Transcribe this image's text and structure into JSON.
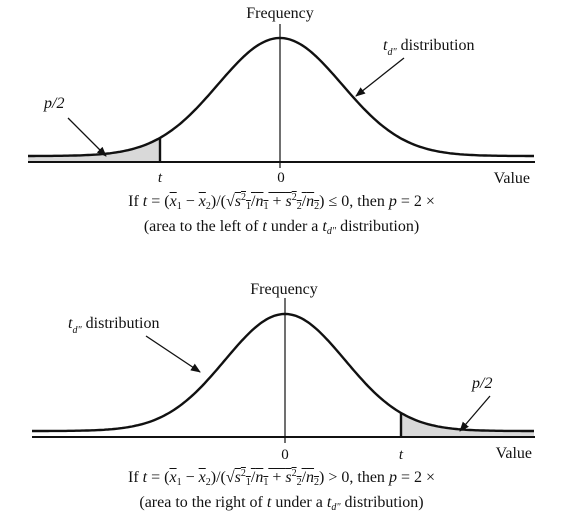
{
  "colors": {
    "ink": "#111111",
    "shade": "#d9d9d9",
    "background": "#ffffff"
  },
  "top": {
    "freq_label": "Frequency",
    "dist_label": "t",
    "dist_sub": "d\"",
    "dist_rest": " distribution",
    "half_label": "p/2",
    "t_tick": "t",
    "zero_tick": "0",
    "value_label": "Value",
    "caption": {
      "lead": "If ",
      "t": "t",
      "eq": " = (",
      "x": "x",
      "s1": "1",
      "minus": " − ",
      "s2": "2",
      "div": ")/(√",
      "s": "s",
      "sq": "2",
      "n": "n",
      "plus": " + ",
      "close": ")",
      "cond": " ≤ 0, then ",
      "p": "p",
      "tail": " = 2 ×",
      "line2_a": "(area to the left of ",
      "line2_t": "t",
      "line2_b": " under a ",
      "line2_td": "t",
      "line2_sub": "d\"",
      "line2_c": " distribution)"
    }
  },
  "bottom": {
    "freq_label": "Frequency",
    "dist_label": "t",
    "dist_sub": "d\"",
    "dist_rest": " distribution",
    "half_label": "p/2",
    "t_tick": "t",
    "zero_tick": "0",
    "value_label": "Value",
    "caption": {
      "lead": "If ",
      "t": "t",
      "eq": " = (",
      "x": "x",
      "s1": "1",
      "minus": " − ",
      "s2": "2",
      "div": ")/(√",
      "s": "s",
      "sq": "2",
      "n": "n",
      "plus": " + ",
      "close": ")",
      "cond": " > 0, then ",
      "p": "p",
      "tail": " = 2 ×",
      "line2_a": "(area to the right of ",
      "line2_t": "t",
      "line2_b": " under a ",
      "line2_td": "t",
      "line2_sub": "d\"",
      "line2_c": " distribution)"
    }
  }
}
